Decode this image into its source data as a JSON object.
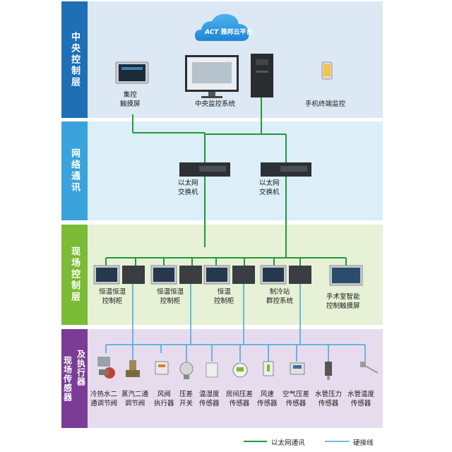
{
  "logo": {
    "brand": "ACT",
    "name": "雅邦",
    "suffix": "云平台"
  },
  "layers": [
    {
      "name": "中央控制层",
      "color": "#1e6fb5",
      "bg": "#dce8f4"
    },
    {
      "name": "网络通讯",
      "color": "#3aa3dc",
      "bg": "#dceef8"
    },
    {
      "name": "现场控制层",
      "color": "#7bbb35",
      "bg": "#e6f1d6"
    },
    {
      "name_left": "现场传感器",
      "name_right": "及执行器",
      "color": "#7a3c94",
      "bg": "#e7dcee"
    }
  ],
  "central": {
    "touch_screen": "集控\n触摸屏",
    "monitor": "中央监控系统",
    "mobile": "手机终端监控"
  },
  "network": {
    "switch_left": "以太网\n交换机",
    "switch_right": "以太网\n交换机"
  },
  "field": {
    "cab1": "恒温恒湿\n控制柜",
    "cab2": "恒温恒湿\n控制柜",
    "cab3": "恒温\n控制柜",
    "cab4": "制冷站\n群控系统",
    "panel": "手术室智能\n控制触摸屏"
  },
  "sensors": [
    {
      "label": "冷热水二\n通调节阀",
      "icon": "valve-actuator-icon"
    },
    {
      "label": "蒸汽二通\n调节阀",
      "icon": "steam-valve-icon"
    },
    {
      "label": "风阀\n执行器",
      "icon": "damper-actuator-icon"
    },
    {
      "label": "压差\n开关",
      "icon": "pressure-switch-icon"
    },
    {
      "label": "温湿度\n传感器",
      "icon": "humidity-sensor-icon"
    },
    {
      "label": "房间压差\n传感器",
      "icon": "room-pressure-sensor-icon"
    },
    {
      "label": "风速\n传感器",
      "icon": "airflow-sensor-icon"
    },
    {
      "label": "空气压差\n传感器",
      "icon": "air-pressure-sensor-icon"
    },
    {
      "label": "水管压力\n传感器",
      "icon": "pipe-pressure-sensor-icon"
    },
    {
      "label": "水管温度\n传感器",
      "icon": "pipe-temperature-sensor-icon"
    }
  ],
  "legend": {
    "ethernet": "以太网通讯",
    "hardwire": "硬接线",
    "ethernet_color": "#1f9a3b",
    "hardwire_color": "#3ea7dc"
  }
}
